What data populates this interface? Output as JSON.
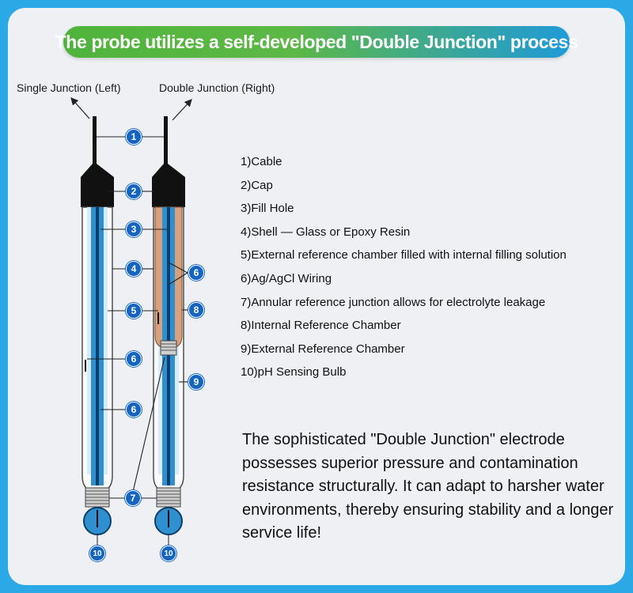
{
  "banner": {
    "title": "The probe utilizes a self-developed \"Double Junction\" process"
  },
  "probes": {
    "left_label": "Single Junction (Left)",
    "right_label": "Double Junction (Right)"
  },
  "legend": [
    "1)Cable",
    "2)Cap",
    "3)Fill Hole",
    "4)Shell — Glass or Epoxy Resin",
    "5)External reference chamber filled with internal filling solution",
    "6)Ag/AgCl Wiring",
    "7)Annular reference junction allows for electrolyte leakage",
    "8)Internal Reference Chamber",
    "9)External Reference Chamber",
    "10)pH Sensing Bulb"
  ],
  "callouts": [
    "1",
    "2",
    "3",
    "4",
    "5",
    "6",
    "6",
    "6",
    "8",
    "9",
    "7",
    "10",
    "10"
  ],
  "summary": "The sophisticated \"Double Junction\" electrode possesses superior pressure and contamination resistance structurally. It can adapt to harsher water environments, thereby ensuring stability and a longer service life!",
  "colors": {
    "background": "#2aa9e6",
    "panel": "#eef0f4",
    "banner_start": "#4fb43b",
    "banner_end": "#1f9ad8",
    "callout": "#1565c0",
    "electrolyte": "#2f8fcf",
    "internal_chamber": "#d9a07c"
  }
}
